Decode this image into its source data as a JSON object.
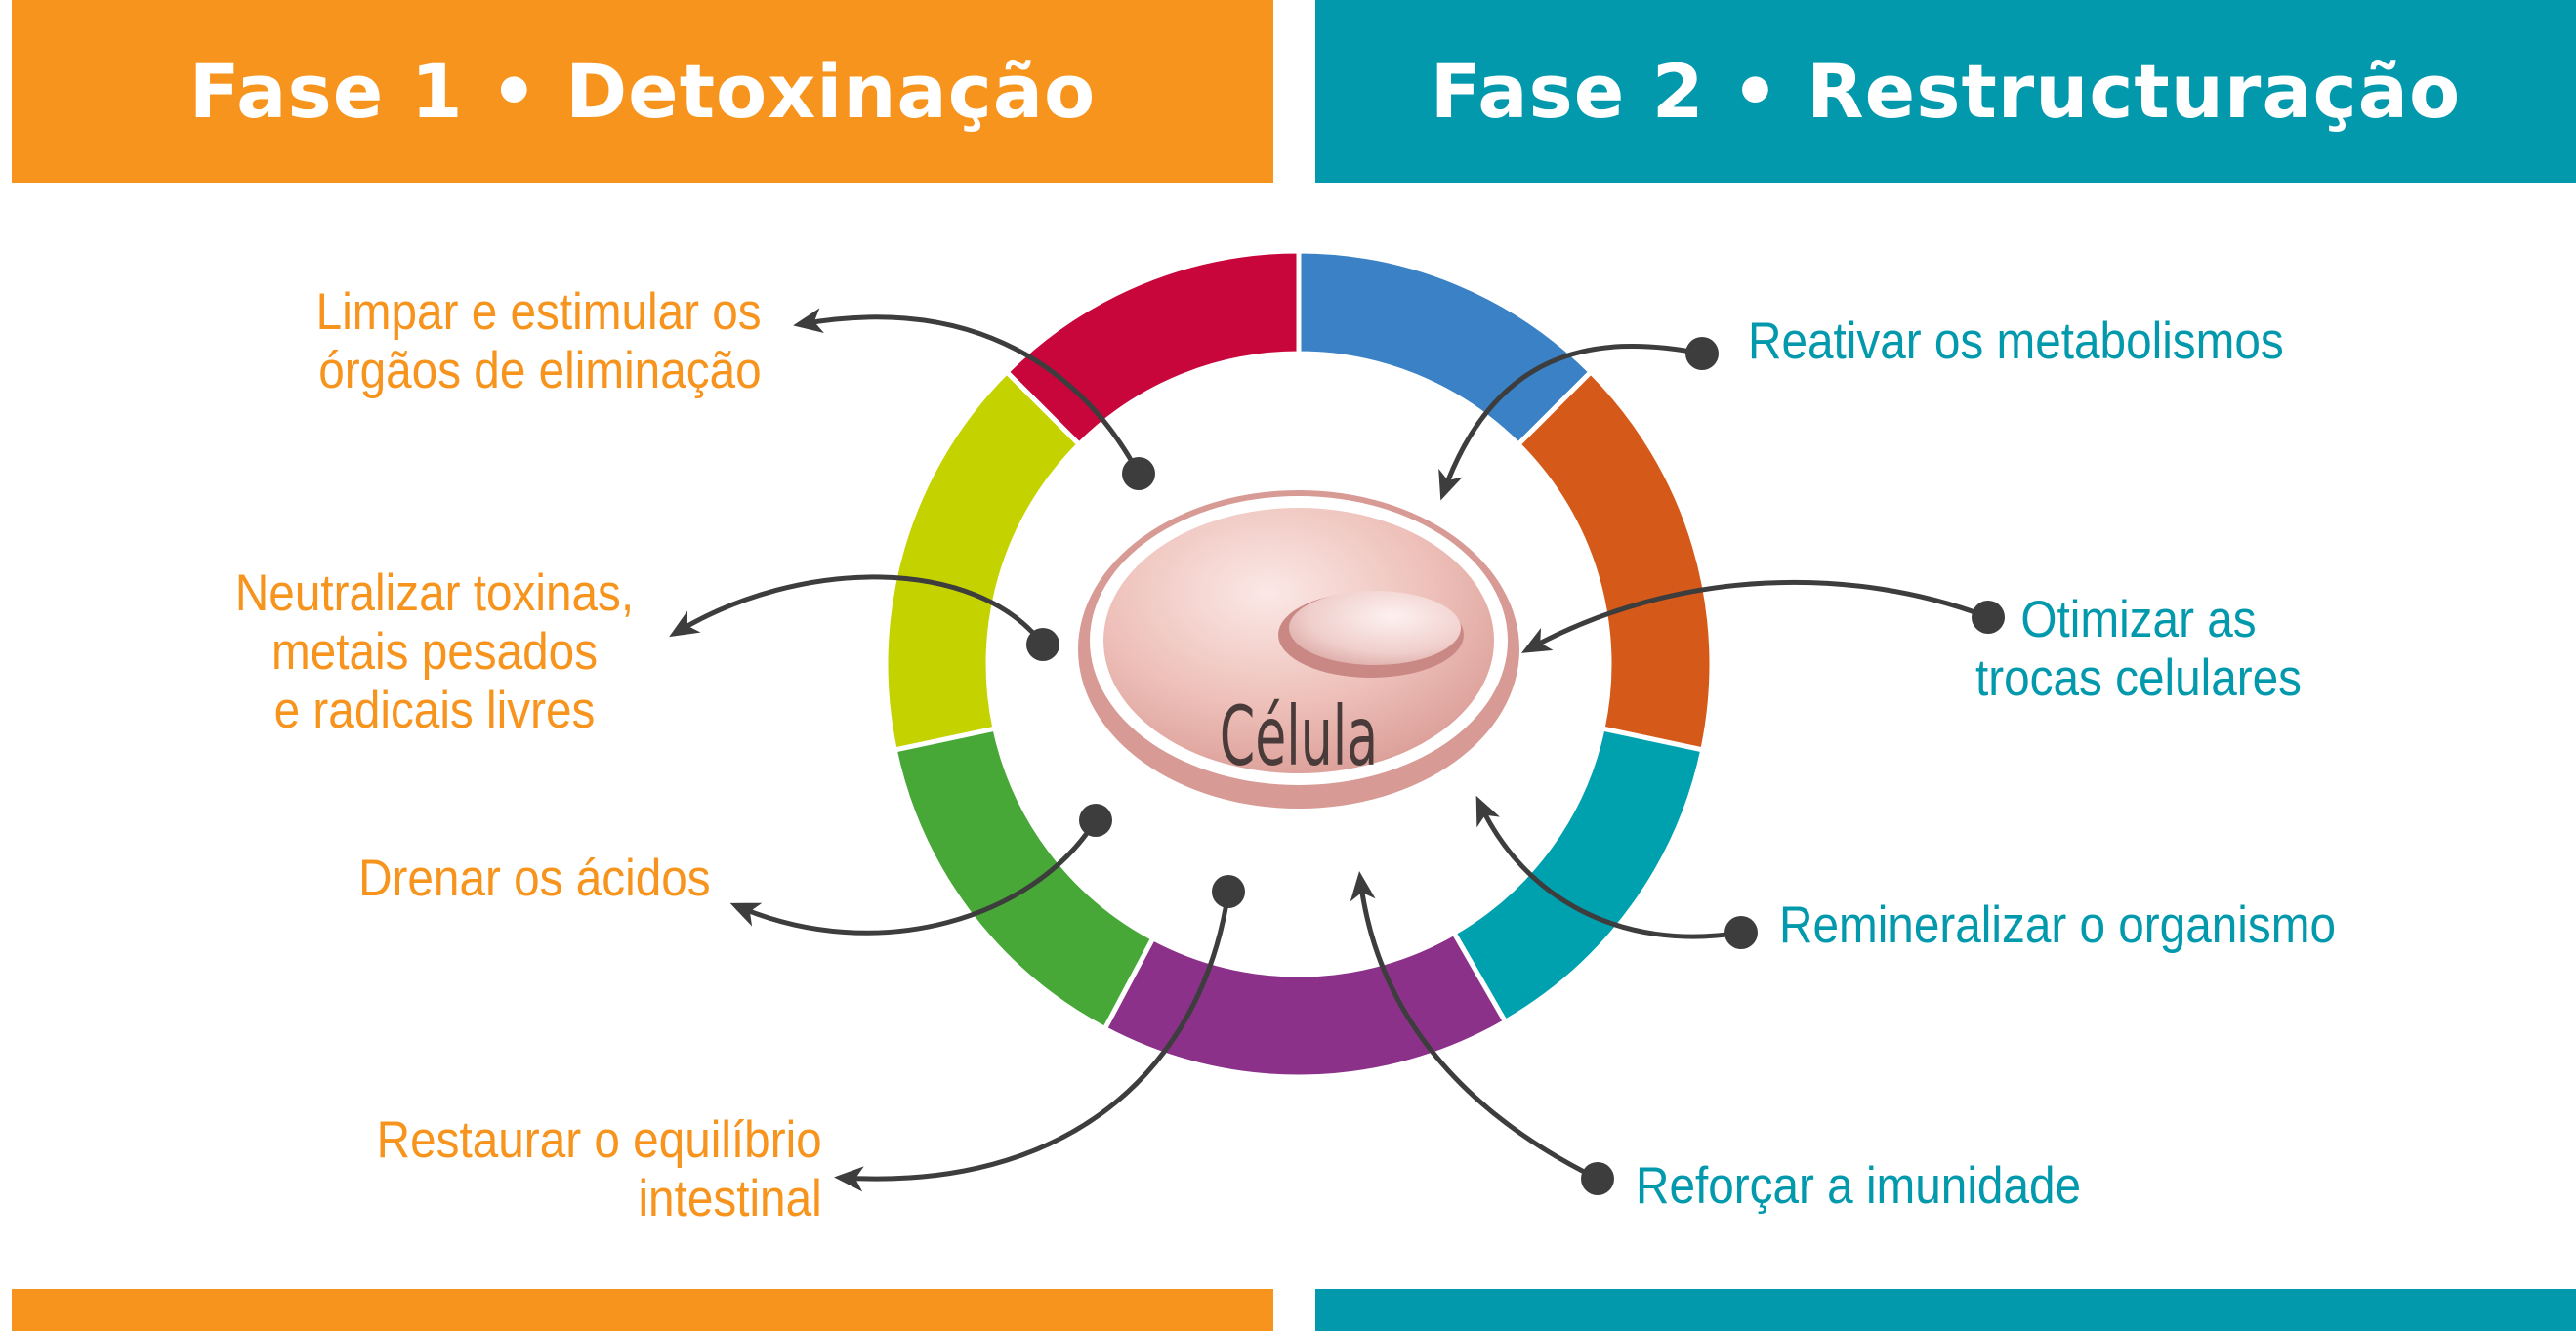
{
  "phases": {
    "left": {
      "title": "Fase 1 • Detoxinação",
      "color": "#f7941d"
    },
    "right": {
      "title": "Fase 2 • Restructuração",
      "color": "#0399ad"
    }
  },
  "cell": {
    "label": "Célula"
  },
  "ring_segment_colors": [
    "#c8063b",
    "#3a81c5",
    "#d55a19",
    "#00a1af",
    "#8c318a",
    "#47a838",
    "#c4d200"
  ],
  "left_labels": [
    {
      "lines": [
        "Limpar e estimular os",
        "órgãos de eliminação"
      ]
    },
    {
      "lines": [
        "Neutralizar toxinas,",
        "metais pesados",
        "e radicais livres"
      ]
    },
    {
      "lines": [
        "Drenar os ácidos"
      ]
    },
    {
      "lines": [
        "Restaurar o equilíbrio",
        "intestinal"
      ]
    }
  ],
  "right_labels": [
    {
      "lines": [
        "Reativar os metabolismos"
      ]
    },
    {
      "lines": [
        "Otimizar as",
        "trocas celulares"
      ]
    },
    {
      "lines": [
        "Remineralizar o organismo"
      ]
    },
    {
      "lines": [
        "Reforçar a imunidade"
      ]
    }
  ]
}
